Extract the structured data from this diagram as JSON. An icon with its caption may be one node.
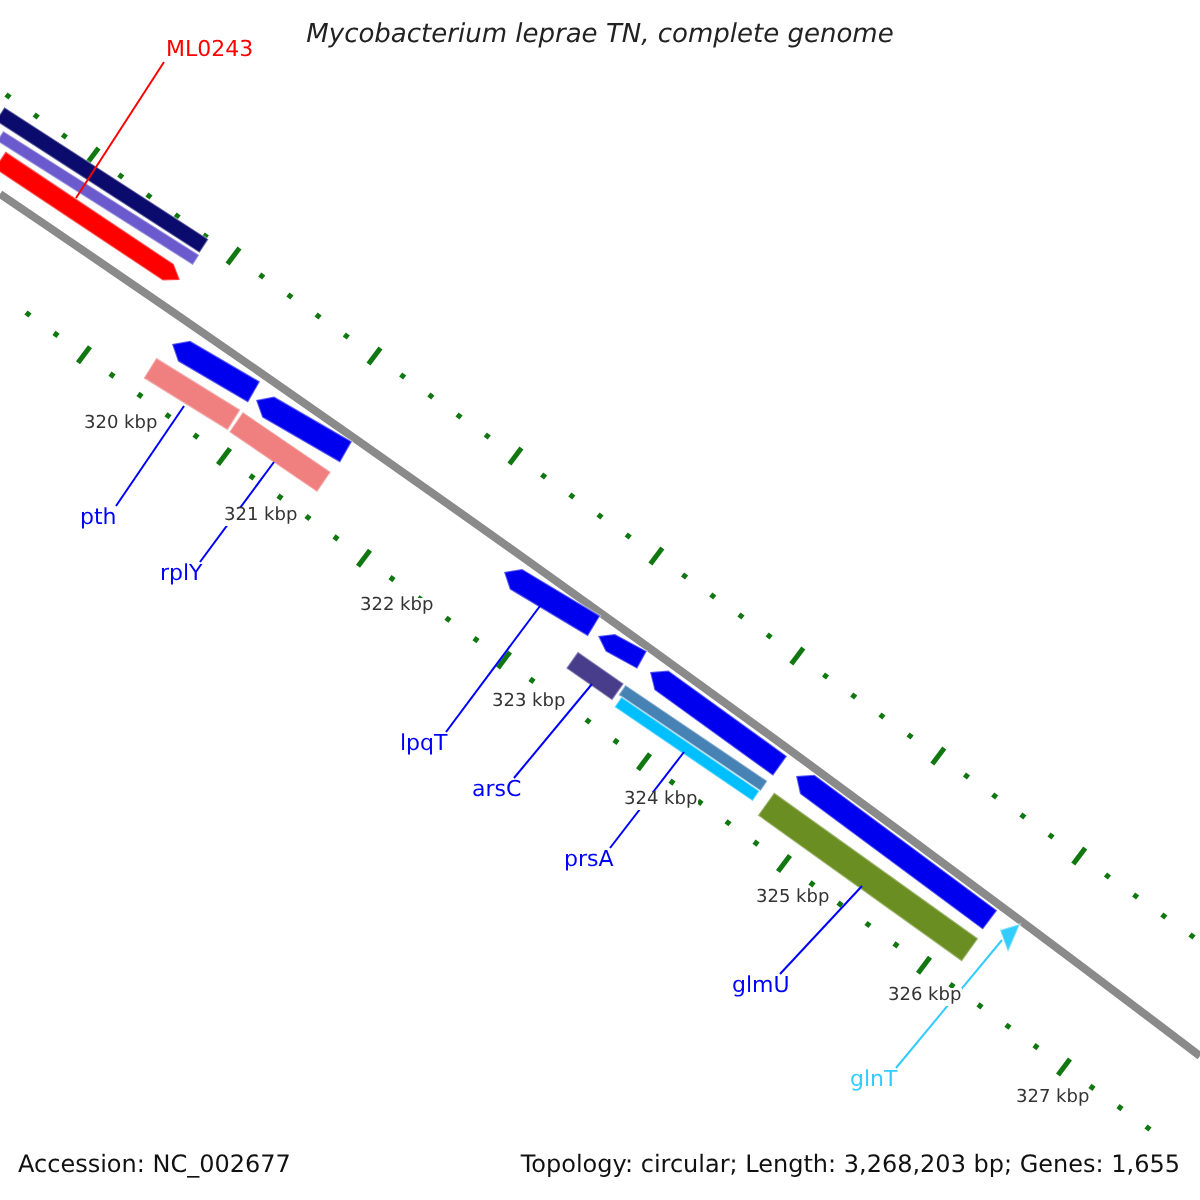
{
  "diagram": {
    "title": "Mycobacterium leprae TN, complete genome",
    "nodes": [
      {
        "text": [
          "ML0243"
        ]
      },
      {
        "text": [],
        "shape": "bar"
      },
      {
        "text": [],
        "shape": "bar"
      },
      {
        "text": [],
        "shape": "bar"
      },
      {
        "text": [],
        "shape": "bar"
      },
      {
        "text": [],
        "shape": "bar"
      },
      {
        "text": [],
        "shape": "bar"
      },
      {
        "text": [],
        "shape": "bar"
      },
      {
        "text": [
          "pth"
        ]
      },
      {
        "text": [
          "rplY"
        ]
      },
      {
        "text": [],
        "shape": "bar"
      },
      {
        "text": [],
        "shape": "bar"
      },
      {
        "text": [],
        "shape": "bar"
      },
      {
        "text": [],
        "shape": "bar"
      },
      {
        "text": [],
        "shape": "bar"
      },
      {
        "text": [],
        "shape": "bar"
      },
      {
        "text": [],
        "shape": "bar"
      },
      {
        "text": [],
        "shape": "bar"
      },
      {
        "text": [
          "lpqT"
        ]
      },
      {
        "text": [
          "arsC"
        ]
      },
      {
        "text": [
          "prsA"
        ]
      },
      {
        "text": [
          "glmU"
        ]
      },
      {
        "text": [
          "glnT"
        ]
      },
      {
        "text": [],
        "shape": "triangle"
      }
    ],
    "edges": [
      {
        "from": 0,
        "to": 3,
        "arrow": "none",
        "color": "#ff0000"
      },
      {
        "from": 8,
        "to": 6,
        "arrow": "none"
      },
      {
        "from": 9,
        "to": 7,
        "arrow": "none"
      },
      {
        "from": 18,
        "to": 10,
        "arrow": "none"
      },
      {
        "from": 19,
        "to": 12,
        "arrow": "none"
      },
      {
        "from": 20,
        "to": 15,
        "arrow": "none"
      },
      {
        "from": 21,
        "to": 17,
        "arrow": "none"
      },
      {
        "from": 22,
        "to": 23,
        "arrow": "none",
        "color": "#33ccff"
      }
    ],
    "labels": [
      "320 kbp",
      "321 kbp",
      "322 kbp",
      "323 kbp",
      "324 kbp",
      "325 kbp",
      "326 kbp",
      "327 kbp",
      "Accession: NC_002677",
      "Topology: circular; Length: 3,268,203 bp; Genes: 1,655"
    ]
  }
}
